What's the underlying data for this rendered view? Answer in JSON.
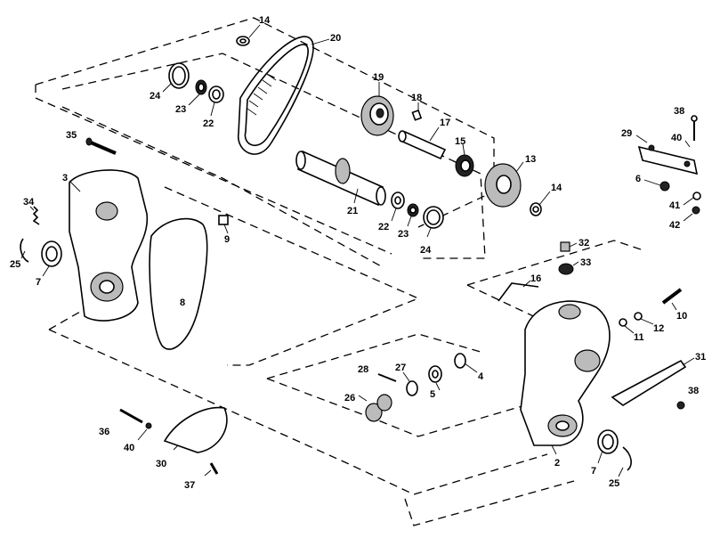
{
  "callouts": [
    "14",
    "20",
    "19",
    "18",
    "17",
    "15",
    "13",
    "24",
    "23",
    "22",
    "21",
    "35",
    "3",
    "34",
    "25",
    "7",
    "9",
    "8",
    "29",
    "38",
    "40",
    "6",
    "41",
    "42",
    "32",
    "33",
    "16",
    "10",
    "11",
    "12",
    "28",
    "27",
    "26",
    "5",
    "4",
    "31",
    "36",
    "30",
    "37",
    "2"
  ]
}
